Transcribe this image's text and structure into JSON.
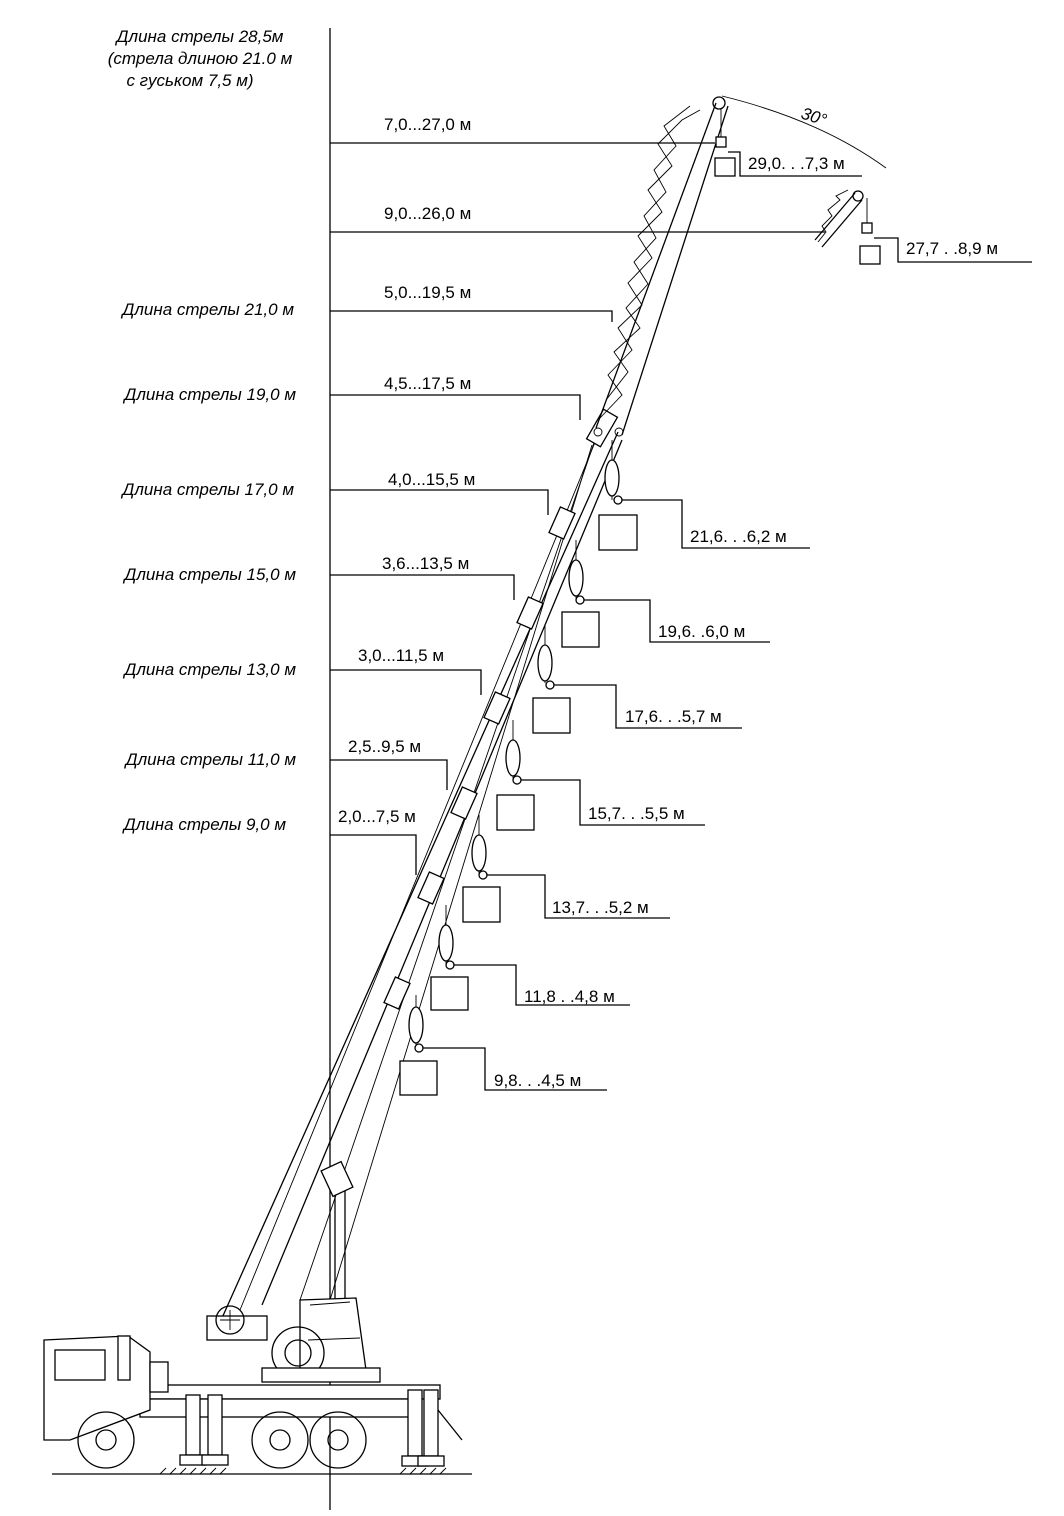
{
  "title": {
    "line1": "Длина стрелы 28,5м",
    "line2": "(стрела длиною 21.0 м",
    "line3": "с гуськом 7,5 м)"
  },
  "jib_angle": "30°",
  "boom_lengths": [
    "Длина стрелы 21,0 м",
    "Длина стрелы 19,0 м",
    "Длина стрелы 17,0 м",
    "Длина стрелы 15,0 м",
    "Длина стрелы 13,0 м",
    "Длина стрелы 11,0 м",
    "Длина стрелы 9,0 м"
  ],
  "height_ranges": [
    "7,0...27,0 м",
    "9,0...26,0 м",
    "5,0...19,5 м",
    "4,5...17,5 м",
    "4,0...15,5 м",
    "3,6...13,5 м",
    "3,0...11,5 м",
    "2,5..9,5 м",
    "2,0...7,5 м"
  ],
  "reach_ranges": [
    "29,0. . .7,3 м",
    "27,7 . .8,9 м",
    "21,6. . .6,2 м",
    "19,6. .6,0 м",
    "17,6. . .5,7 м",
    "15,7. . .5,5 м",
    "13,7. . .5,2 м",
    "11,8 . .4,8 м",
    "9,8. . .4,5 м"
  ]
}
